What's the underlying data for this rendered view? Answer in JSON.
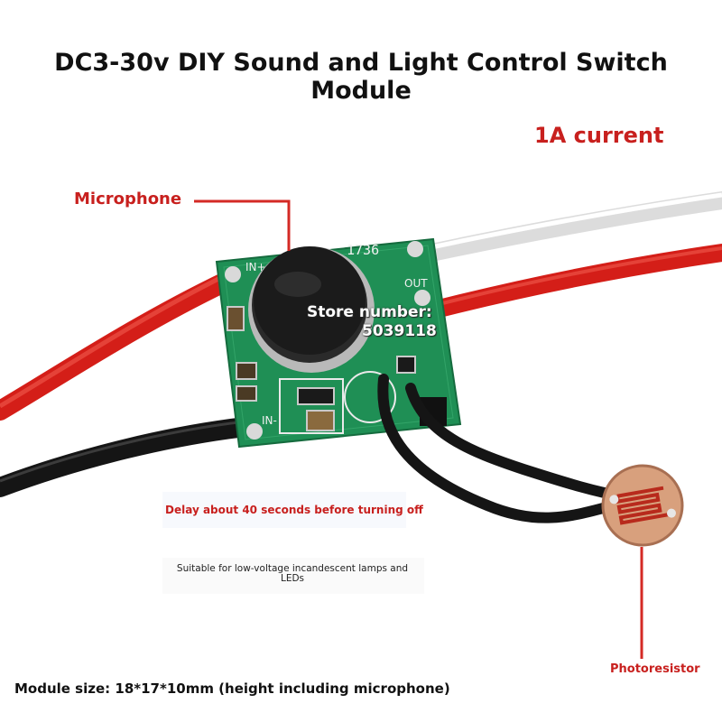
{
  "title": "DC3-30v DIY Sound and Light Control Switch Module",
  "current_label": "1A current",
  "microphone_label": "Microphone",
  "store": {
    "line1": "Store number:",
    "line2": "5039118"
  },
  "delay_text": "Delay about 40 seconds before turning off",
  "suitable_text": "Suitable for low-voltage incandescent lamps and LEDs",
  "photoresistor_label": "Photoresistor",
  "module_size": "Module size: 18*17*10mm (height including microphone)",
  "pcb_marks": {
    "code": "1736",
    "in_plus": "IN+",
    "in_minus": "IN-",
    "out": "OUT"
  },
  "colors": {
    "label_red": "#c8201e",
    "pcb_green": "#1f8f55",
    "wire_red": "#e3241b",
    "wire_black": "#151515"
  }
}
